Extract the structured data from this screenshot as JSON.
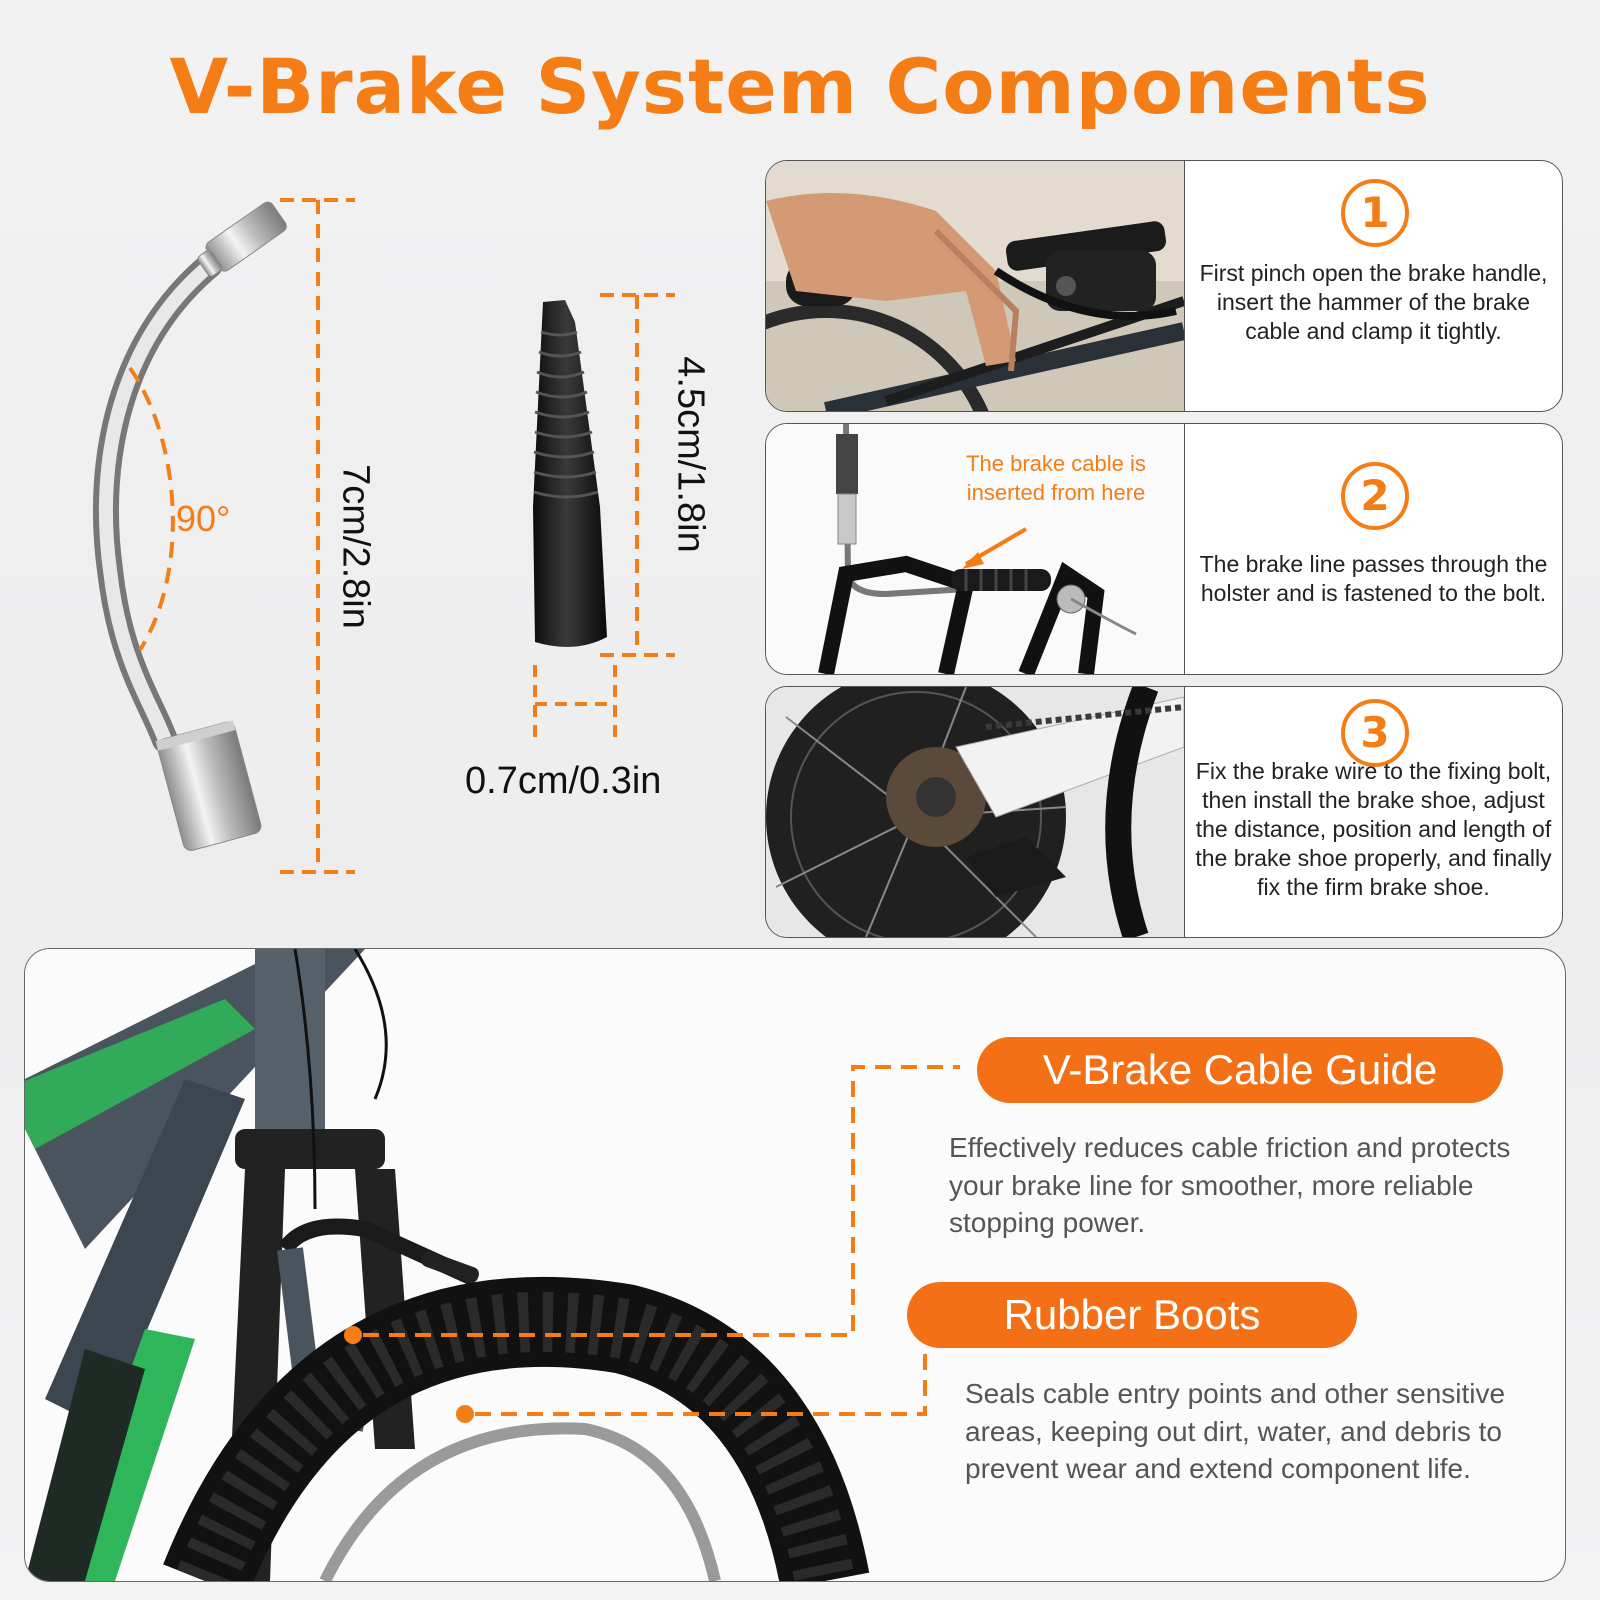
{
  "title": "V-Brake System Components",
  "dimensions": {
    "cable_guide_length": "7cm/2.8in",
    "cable_guide_angle": "90°",
    "boot_length": "4.5cm/1.8in",
    "boot_diameter": "0.7cm/0.3in"
  },
  "steps": [
    {
      "number": "1",
      "text": "First pinch open the brake handle, insert the hammer of the brake cable and clamp it tightly."
    },
    {
      "number": "2",
      "text": "The brake line passes through the holster and is fastened to the bolt.",
      "callout": "The brake cable is inserted from here"
    },
    {
      "number": "3",
      "text": "Fix the brake wire to the fixing bolt, then install the brake shoe, adjust the distance, position and length of the brake shoe properly, and finally fix the firm brake shoe."
    }
  ],
  "features": [
    {
      "label": "V-Brake Cable Guide",
      "description": "Effectively reduces cable friction and protects your brake line for smoother, more reliable stopping power."
    },
    {
      "label": "Rubber Boots",
      "description": "Seals cable entry points and other sensitive areas, keeping out dirt, water, and debris to prevent wear and extend component life."
    }
  ],
  "colors": {
    "accent": "#f47d16",
    "pill": "#f47016",
    "frame_green": "#2fb55a",
    "frame_grey": "#55606a"
  }
}
